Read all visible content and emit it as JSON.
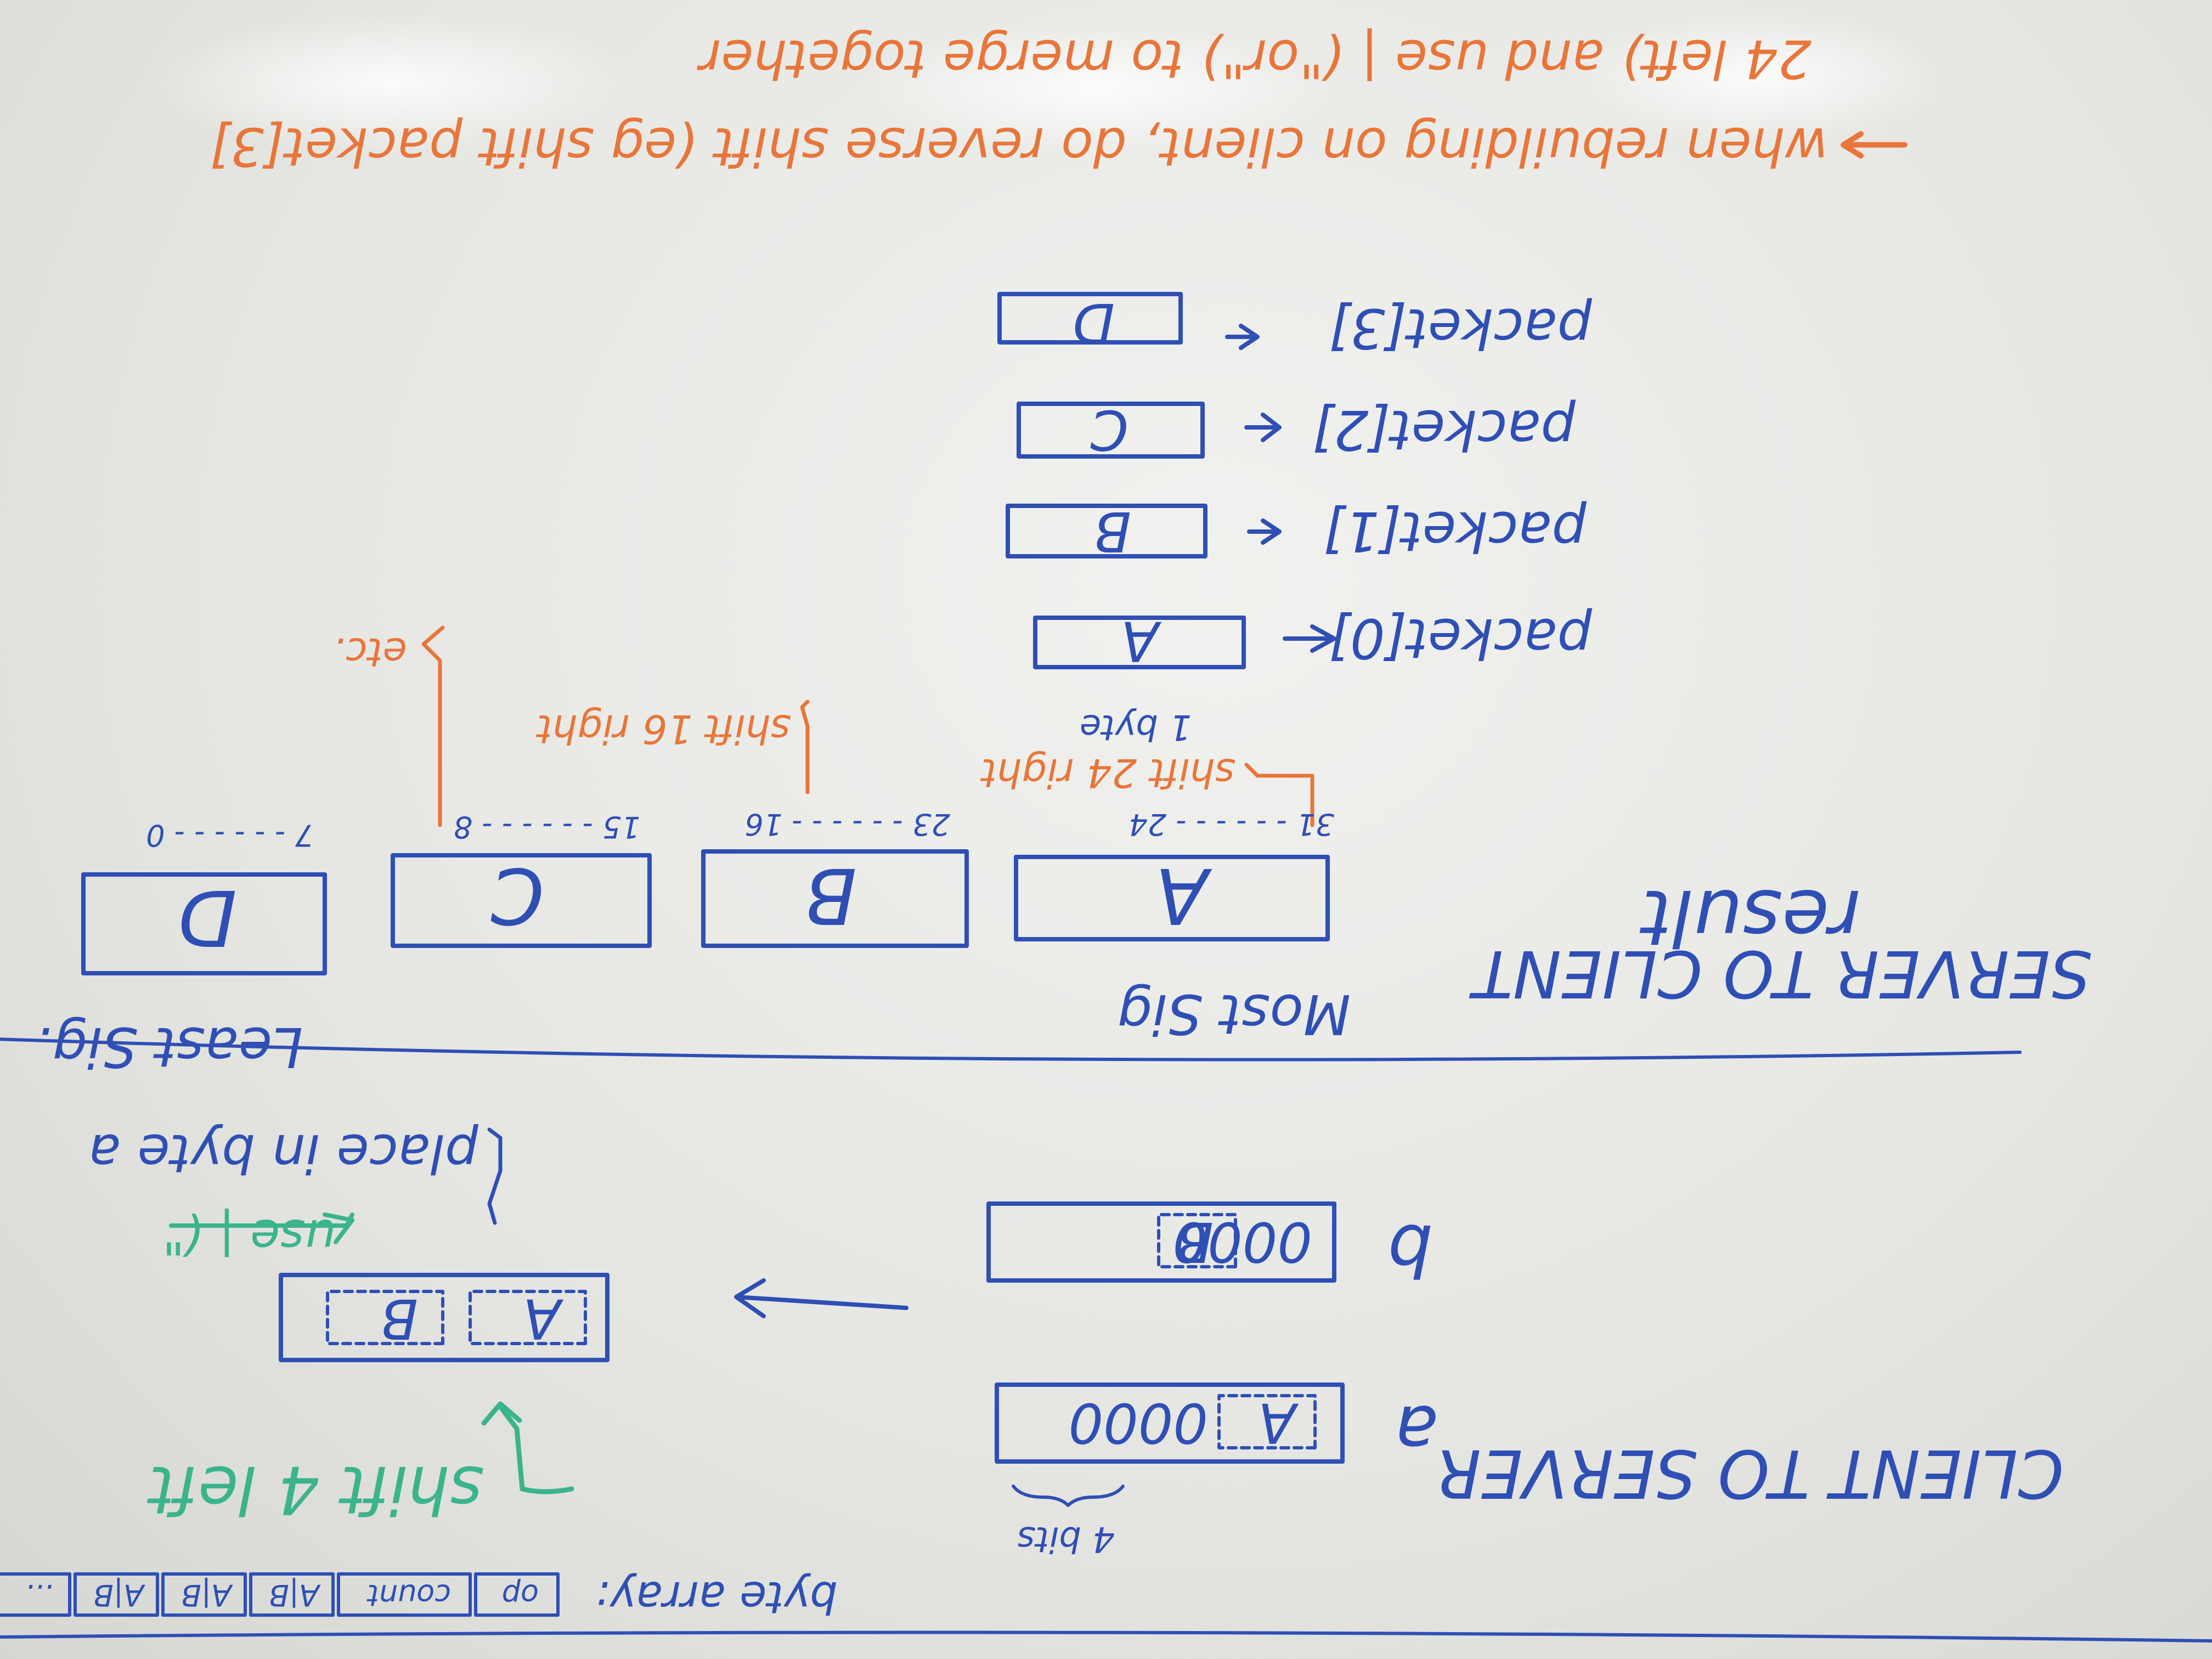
{
  "colors": {
    "blue_marker": "#2f4fb5",
    "orange_marker": "#e8763a",
    "teal_marker": "#3bb48c",
    "board": "#eeefec"
  },
  "orange_note": {
    "line1": "when rebuilding on client, do reverse shift (eg shift packet[3]",
    "line2": "24 left) and use | (\"or\") to merge together"
  },
  "packets": [
    {
      "label": "packet[0]",
      "value": "A"
    },
    {
      "label": "packet[1]",
      "value": "B"
    },
    {
      "label": "packet[2]",
      "value": "C"
    },
    {
      "label": "packet[3]",
      "value": "D"
    }
  ],
  "one_byte": "1 byte",
  "server_to_client": "SERVER TO CLIENT",
  "result_label": "result",
  "result_boxes": [
    "A",
    "B",
    "C",
    "D"
  ],
  "bit_labels": {
    "a": "31 - - - - - - 24",
    "b": "23 - - - - - - 16",
    "c": "15 - - - - - - 8",
    "d": "7 - - - - - - 0"
  },
  "most_sig": "Most Sig",
  "least_sig": "Least Sig.",
  "shift_24": "shift 24 right",
  "shift_16": "shift 16 right",
  "etc": "etc.",
  "client_to_server": "CLIENT TO SERVER",
  "var_a": "a",
  "var_b": "b",
  "nibble_a": [
    "0000",
    "A"
  ],
  "nibble_b": [
    "0000",
    "B"
  ],
  "four_bits": "4 bits",
  "merged": [
    "A",
    "B"
  ],
  "shift_4_left": "shift 4 left",
  "use_or": "use | (\"",
  "place_in_byte": "place in byte a",
  "byte_array_label": "byte array:",
  "byte_array": [
    "op",
    "count",
    "A|B",
    "A|B",
    "A|B",
    "..."
  ]
}
